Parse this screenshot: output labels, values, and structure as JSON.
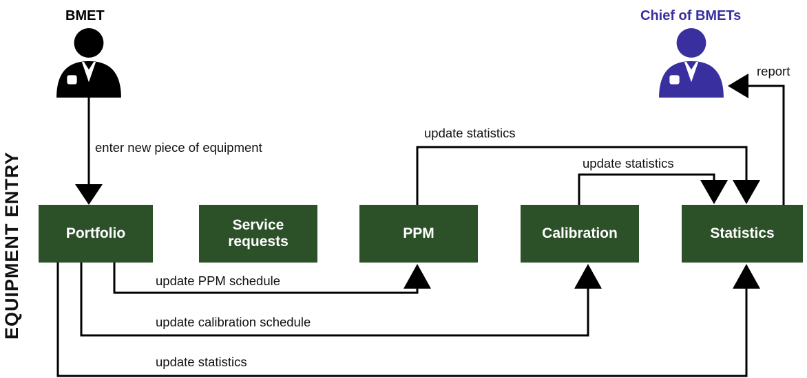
{
  "side_title": "EQUIPMENT ENTRY",
  "actors": {
    "bmet": {
      "label": "BMET",
      "icon": "person-icon"
    },
    "chief": {
      "label": "Chief of BMETs",
      "icon": "person-icon"
    }
  },
  "modules": {
    "portfolio": "Portfolio",
    "service_requests": "Service\nrequests",
    "ppm": "PPM",
    "calibration": "Calibration",
    "statistics": "Statistics"
  },
  "flows": {
    "enter_new": "enter new piece of equipment",
    "report": "report",
    "ppm_to_statistics": "update statistics",
    "calibration_to_statistics": "update statistics",
    "portfolio_to_ppm": "update PPM schedule",
    "portfolio_to_calibration": "update calibration schedule",
    "portfolio_to_statistics": "update statistics"
  },
  "colors": {
    "module_fill": "#2c5128",
    "module_text": "#ffffff",
    "bmet": "#000000",
    "chief": "#3a2f9e",
    "line": "#000000"
  }
}
